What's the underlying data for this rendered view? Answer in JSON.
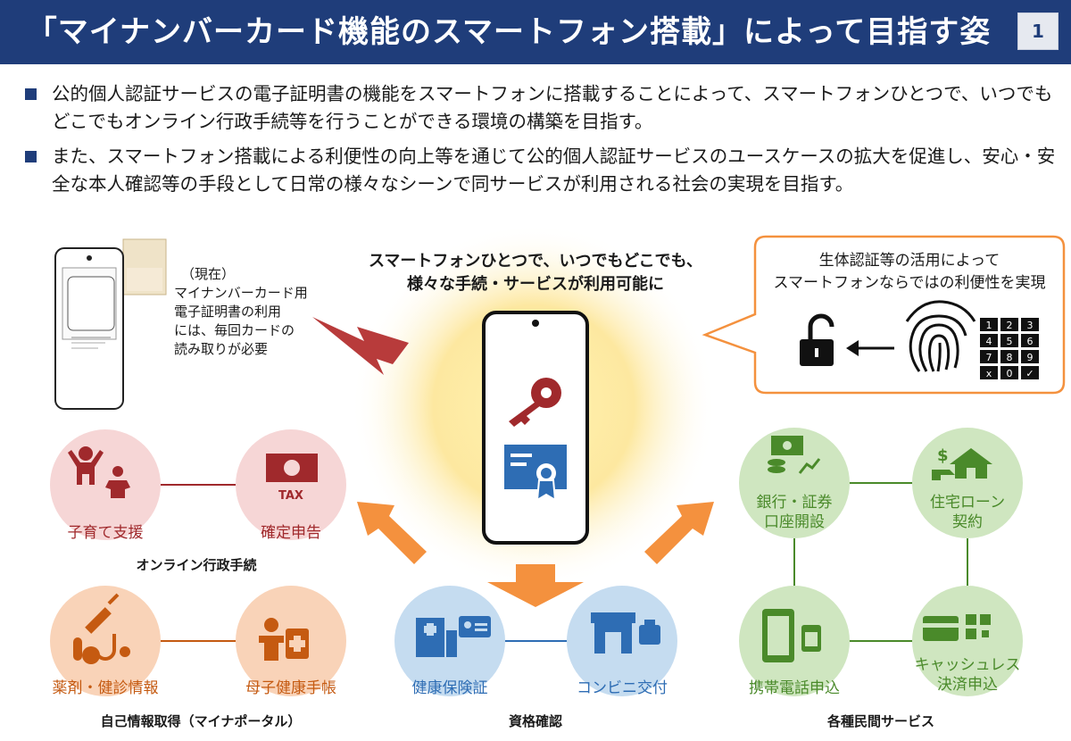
{
  "header": {
    "title": "「マイナンバーカード機能のスマートフォン搭載」によって目指す姿",
    "page_number": "1"
  },
  "bullets": [
    "公的個人認証サービスの電子証明書の機能をスマートフォンに搭載することによって、スマートフォンひとつで、いつでもどこでもオンライン行政手続等を行うことができる環境の構築を目指す。",
    "また、スマートフォン搭載による利便性の向上等を通じて公的個人認証サービスのユースケースの拡大を促進し、安心・安全な本人確認等の手段として日常の様々なシーンで同サービスが利用される社会の実現を目指す。"
  ],
  "current": {
    "line1": "（現在）",
    "line2": "マイナンバーカード用",
    "line3": "電子証明書の利用",
    "line4": "には、毎回カードの",
    "line5": "読み取りが必要"
  },
  "center": {
    "line1": "スマートフォンひとつで、いつでもどこでも、",
    "line2": "様々な手続・サービスが利用可能に"
  },
  "bubble": {
    "line1": "生体認証等の活用によって",
    "line2": "スマートフォンならではの利便性を実現",
    "keypad": [
      "1",
      "2",
      "3",
      "4",
      "5",
      "6",
      "7",
      "8",
      "9",
      "x",
      "0",
      "✓"
    ]
  },
  "groups": {
    "admin": {
      "caption": "オンライン行政手続",
      "items": [
        "子育て支援",
        "確定申告"
      ],
      "tax_label": "TAX"
    },
    "portal": {
      "caption": "自己情報取得（マイナポータル）",
      "items": [
        "薬剤・健診情報",
        "母子健康手帳"
      ]
    },
    "qual": {
      "caption": "資格確認",
      "items": [
        "健康保険証",
        "コンビニ交付"
      ]
    },
    "private": {
      "caption": "各種民間サービス",
      "items": [
        [
          "銀行・証券",
          "口座開設"
        ],
        [
          "住宅ローン",
          "契約"
        ],
        [
          "携帯電話申込"
        ],
        [
          "キャッシュレス",
          "決済申込"
        ]
      ]
    }
  },
  "colors": {
    "header": "#1f3d7a",
    "pink": "#f6d6d6",
    "pink_fg": "#a0292c",
    "orange": "#f9d3b8",
    "orange_fg": "#c55a11",
    "blue": "#c5dcf0",
    "blue_fg": "#2e6db4",
    "green": "#cfe6c0",
    "green_fg": "#4a8a2a",
    "arrow": "#f4913e",
    "dark_arrow": "#b83b3b"
  }
}
